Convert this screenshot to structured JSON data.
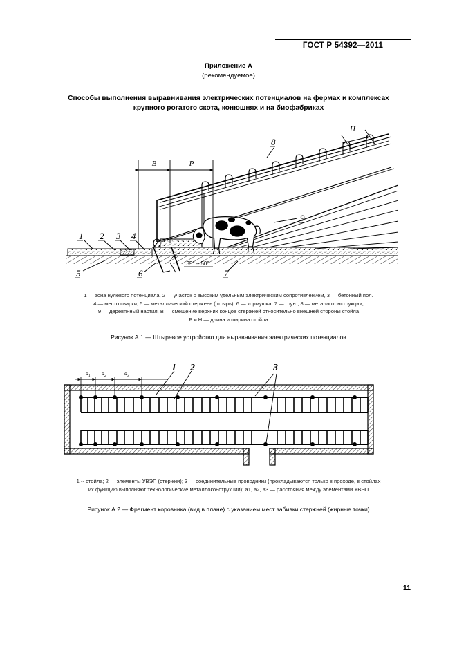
{
  "header": {
    "standard": "ГОСТ Р 54392—2011"
  },
  "annex": {
    "label": "Приложение А",
    "kind": "(рекомендуемое)"
  },
  "title": {
    "line1": "Способы выполнения выравнивания электрических потенциалов на фермах и комплексах",
    "line2": "крупного рогатого скота, конюшнях и на биофабриках"
  },
  "figure1": {
    "legend": [
      "1  — зона нулевого потенциала, 2  — участок с высоким удельным электрическим сопротивлением, 3  — бетонный пол.",
      "4  — место сварки; 5 — металлический стержень (штырь); 6 — кормушка; 7 — грунт, 8 — металлоконструкции,",
      "9 — деревянный настил, В — смещение верхних концов стержней относительно внешней стороны стойла",
      "Р и Н — длина и ширина стойла"
    ],
    "title": "Рисунок А.1  — Штыревое устройство для выравнивания электрических потенциалов",
    "callouts": {
      "n1": "1",
      "n2": "2",
      "n3": "3",
      "n4": "4",
      "n5": "5",
      "n6": "6",
      "n7": "7",
      "n8": "8",
      "n9": "9"
    },
    "dimensions": {
      "b": "B",
      "p": "P",
      "h": "H",
      "angle": "35° – 50°"
    }
  },
  "figure2": {
    "legend": [
      "1 -- стойла; 2  — элементы УВЭП (стержни); 3  — соединительные проводники (прокладываются только в проходе, в стойлах",
      "их функцию выполняют технологические металлоконструкции); a1, a2, a3  — расстояния между элементами УВЭП"
    ],
    "title": "Рисунок А.2  — Фрагмент коровника (вид в плане) с указанием мест забивки стержней (жирные точки)",
    "callouts": {
      "n1": "1",
      "n2": "2",
      "n3": "3"
    },
    "dimensions": {
      "a1": "a",
      "a2": "a",
      "a3": "a",
      "s1": "1",
      "s2": "2",
      "s3": "3"
    }
  },
  "page_number": "11",
  "colors": {
    "ink": "#000000",
    "paper": "#ffffff",
    "legend_text": "#1a1a1a"
  }
}
